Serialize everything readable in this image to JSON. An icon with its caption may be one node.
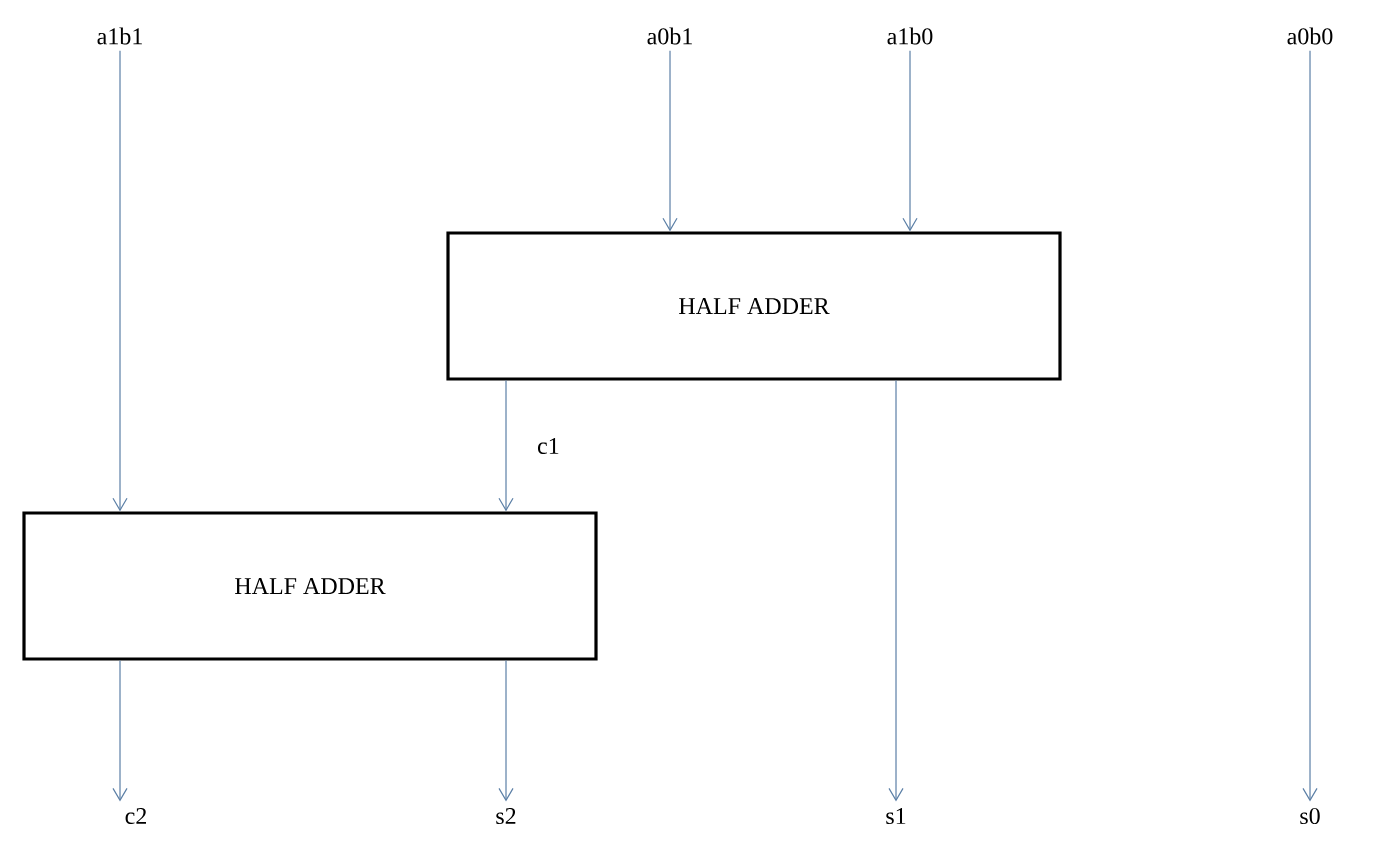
{
  "diagram": {
    "nodes": [
      {
        "text": [
          "a1b1"
        ]
      },
      {
        "text": [
          "a0b1"
        ]
      },
      {
        "text": [
          "a1b0"
        ]
      },
      {
        "text": [
          "a0b0"
        ]
      },
      {
        "text": [
          "HALF ADDER"
        ]
      },
      {
        "text": [
          "HALF ADDER"
        ]
      },
      {
        "text": [
          "c2"
        ]
      },
      {
        "text": [
          "s2"
        ]
      },
      {
        "text": [
          "s1"
        ]
      },
      {
        "text": [
          "s0"
        ]
      }
    ],
    "edges": [
      {
        "from": 0,
        "to": 5,
        "arrow": "to"
      },
      {
        "from": 1,
        "to": 4,
        "arrow": "to"
      },
      {
        "from": 2,
        "to": 4,
        "arrow": "to"
      },
      {
        "from": 4,
        "to": 5,
        "arrow": "to",
        "label": "c1"
      },
      {
        "from": 5,
        "to": 6,
        "arrow": "to"
      },
      {
        "from": 5,
        "to": 7,
        "arrow": "to"
      },
      {
        "from": 4,
        "to": 8,
        "arrow": "to"
      },
      {
        "from": 3,
        "to": 9,
        "arrow": "to"
      }
    ]
  }
}
